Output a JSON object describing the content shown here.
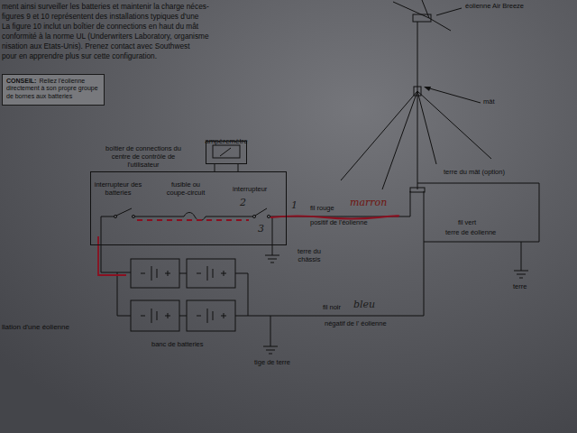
{
  "diagram": {
    "caption": "llation d'une éolienne",
    "nodes": [
      {
        "text": [
          "CONSEIL:",
          "Reliez l'éolienne directement à son propre groupe de bornes aux batteries"
        ]
      },
      {
        "text": [
          "boîtier de connections du centre de contrôle de l'utilisateur"
        ]
      },
      {
        "text": [
          "ampèremètre"
        ]
      }
    ],
    "edges": [
      {
        "from": 2,
        "to": 1,
        "arrow": "none"
      }
    ],
    "labels": [
      "ment ainsi surveiller les batteries et maintenir la charge néces-",
      "figures 9 et 10 représentent des installations typiques d'une",
      "La figure 10 inclut un boîtier de connections en haut du mât",
      "conformité à la norme UL (Underwriters Laboratory, organisme",
      "nisation aux Etats-Unis). Prenez contact avec Southwest",
      "pour en apprendre plus sur cette configuration.",
      "éolienne Air Breeze",
      "mât",
      "interrupteur des batteries",
      "fusible ou coupe-circuit",
      "interrupteur",
      "2",
      "1",
      "fil rouge",
      "marron",
      "positif de l'éolienne",
      "terre du mât (option)",
      "fil vert",
      "terre de éolienne",
      "3",
      "terre du châssis",
      "terre",
      "fil noir",
      "bleu",
      "négatif de l' éolienne",
      "banc de batteries",
      "tige de terre"
    ]
  }
}
